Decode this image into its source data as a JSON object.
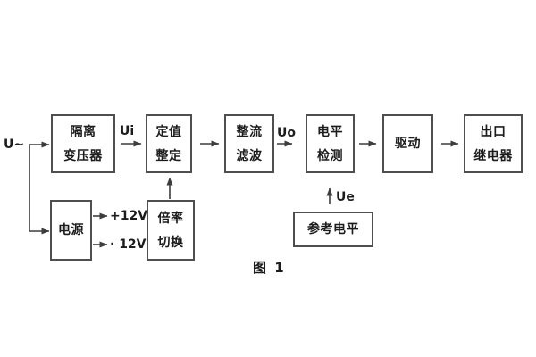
{
  "figure": {
    "caption": "图 1"
  },
  "signals": {
    "u_in": "U~",
    "ui": "Ui",
    "uo": "Uo",
    "ue": "Ue",
    "plus12v": "+12V",
    "minus12v": "· 12V"
  },
  "blocks": {
    "isolation_transformer": {
      "line1": "隔离",
      "line2": "变压器"
    },
    "setpoint_setting": {
      "line1": "定值",
      "line2": "整定"
    },
    "rectifier_filter": {
      "line1": "整流",
      "line2": "滤波"
    },
    "level_detection": {
      "line1": "电平",
      "line2": "检测"
    },
    "drive": {
      "label": "驱动"
    },
    "output_relay": {
      "line1": "出口",
      "line2": "继电器"
    },
    "power_supply": {
      "label": "电源"
    },
    "ratio_switch": {
      "line1": "倍率",
      "line2": "切换"
    },
    "reference_level": {
      "label": "参考电平"
    }
  },
  "colors": {
    "line": "#3d3d3d",
    "border": "#4f4f4f",
    "text": "#1c1c1c",
    "background": "#ffffff"
  }
}
